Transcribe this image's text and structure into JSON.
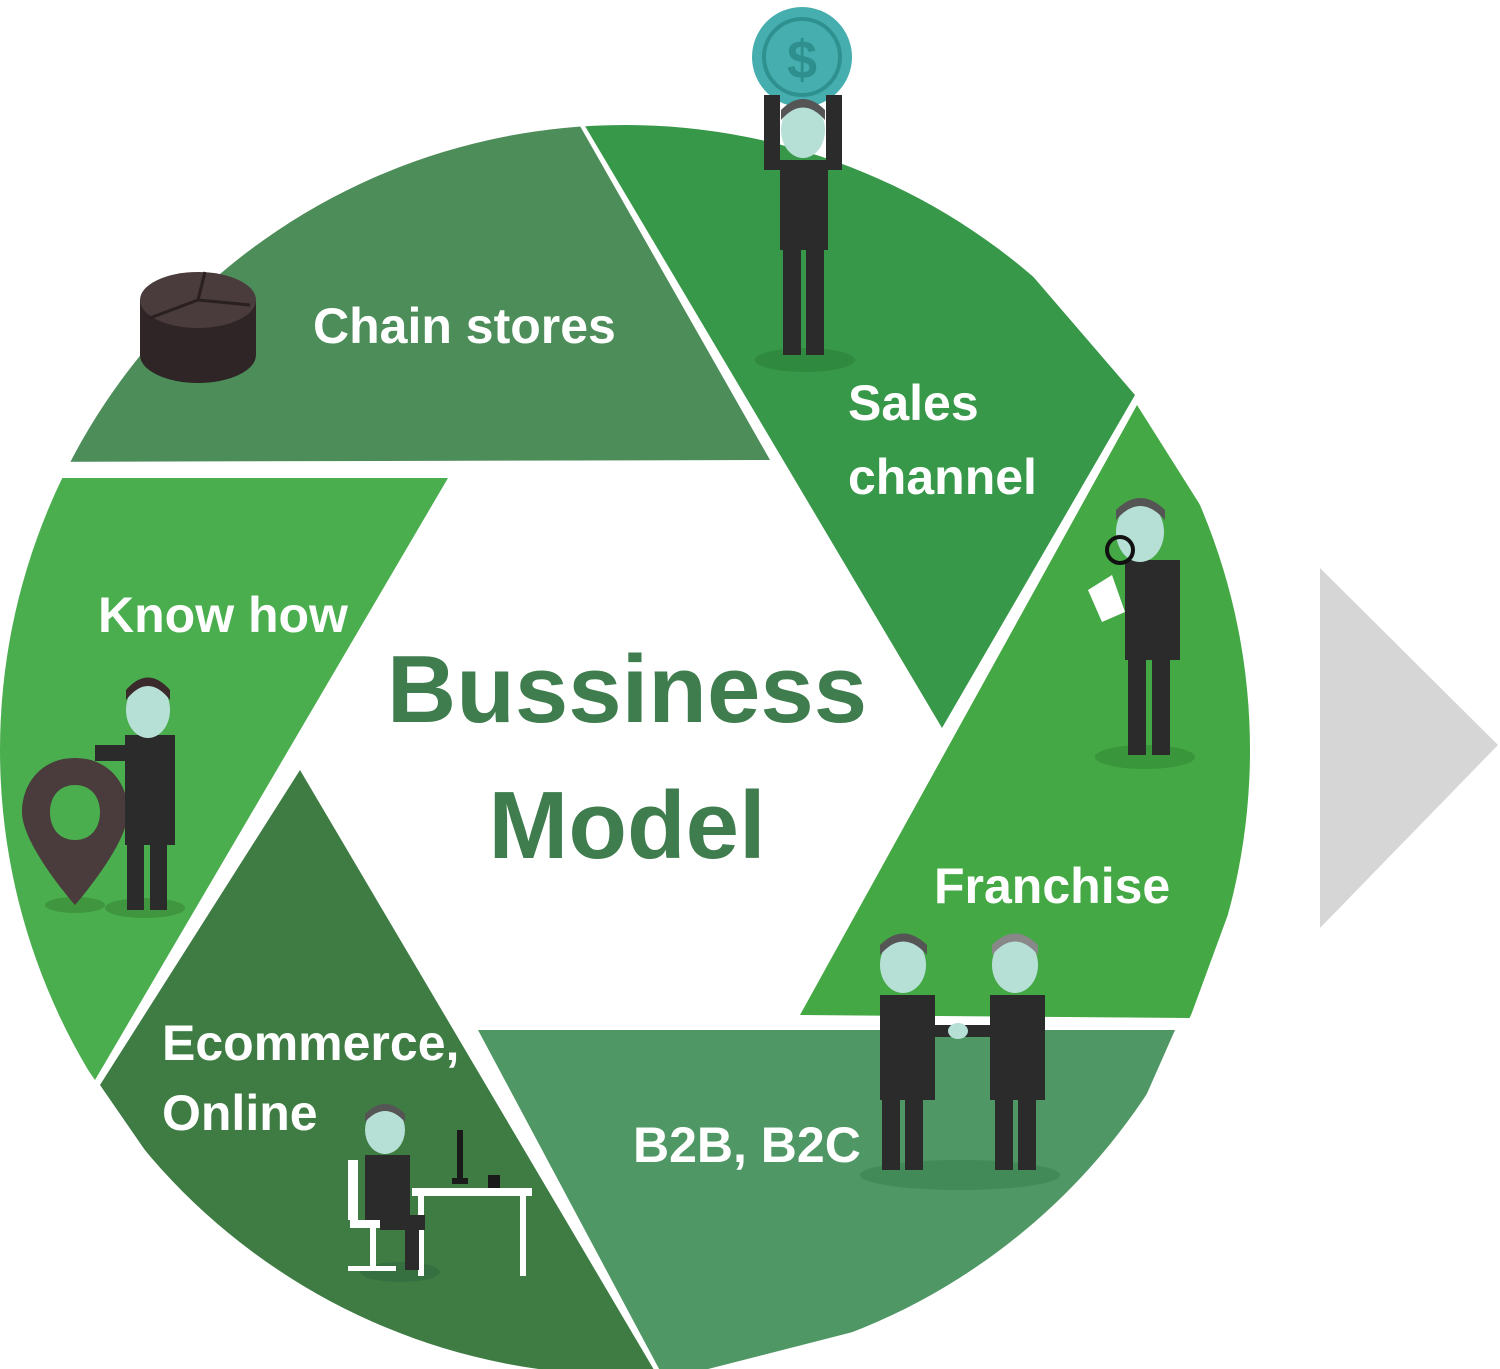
{
  "diagram": {
    "title_line1": "Bussiness",
    "title_line2": "Model",
    "segments": [
      {
        "id": "chain-stores",
        "label_lines": [
          "Chain stores"
        ],
        "color": "#4d8d59"
      },
      {
        "id": "sales-channel",
        "label_lines": [
          "Sales",
          "channel"
        ],
        "color": "#37984a"
      },
      {
        "id": "franchise",
        "label_lines": [
          "Franchise"
        ],
        "color": "#44a844"
      },
      {
        "id": "b2b-b2c",
        "label_lines": [
          "B2B, B2C"
        ],
        "color": "#4f9764"
      },
      {
        "id": "ecommerce-online",
        "label_lines": [
          "Ecommerce,",
          "Online"
        ],
        "color": "#3e7c44"
      },
      {
        "id": "know-how",
        "label_lines": [
          "Know how"
        ],
        "color": "#4aae4e"
      }
    ],
    "colors": {
      "title": "#3f7d4f",
      "arrow": "#d6d6d6",
      "coin": "#46aeae",
      "pin": "#4a3b3c",
      "pie_chart": "#4a3b3c"
    },
    "icons": [
      "pie-chart-icon",
      "dollar-coin-icon",
      "magnifier-icon",
      "location-pin-icon",
      "desk-computer-icon",
      "handshake-icon",
      "arrow-right-icon"
    ]
  }
}
